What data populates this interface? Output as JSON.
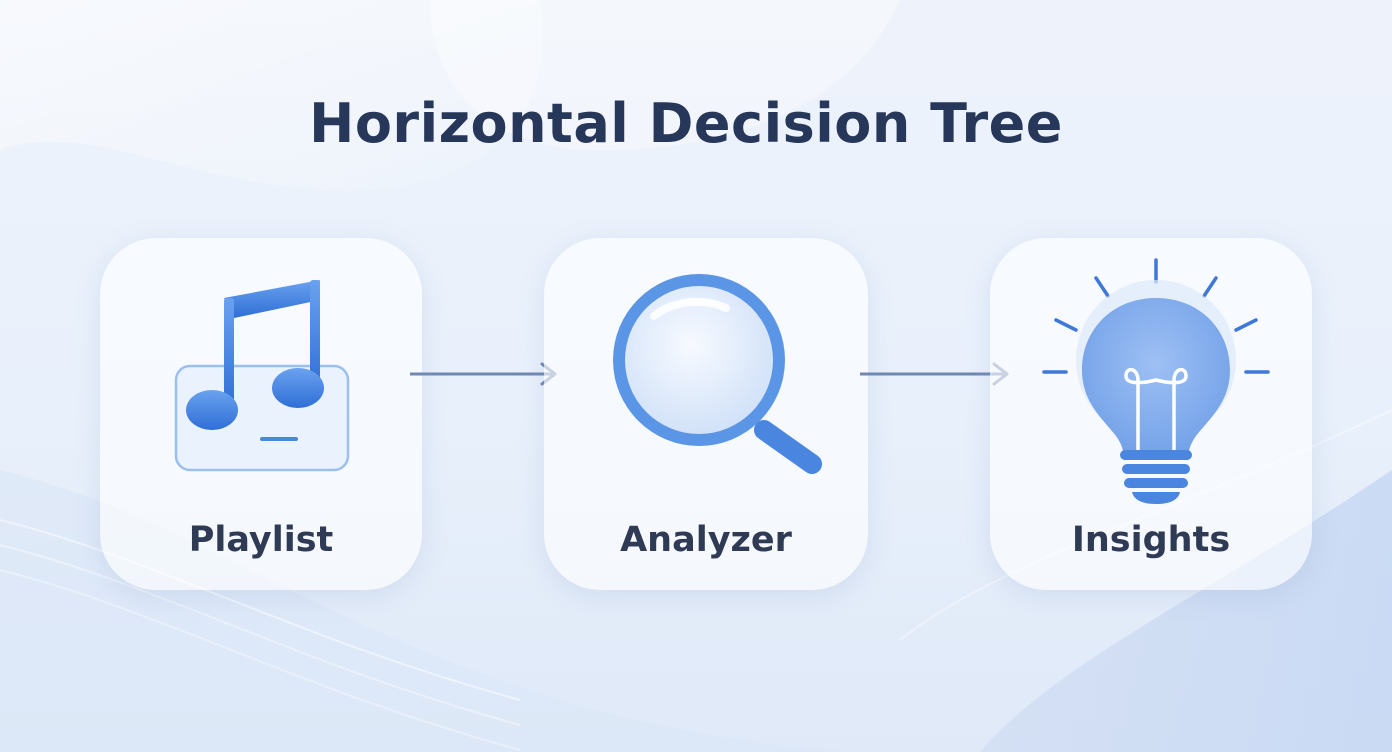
{
  "title": "Horizontal Decision Tree",
  "nodes": [
    {
      "id": "playlist",
      "label": "Playlist",
      "icon": "music-note-icon"
    },
    {
      "id": "analyzer",
      "label": "Analyzer",
      "icon": "magnifying-glass-icon"
    },
    {
      "id": "insights",
      "label": "Insights",
      "icon": "light-bulb-icon"
    }
  ],
  "edges": [
    {
      "from": "playlist",
      "to": "analyzer"
    },
    {
      "from": "analyzer",
      "to": "insights"
    }
  ],
  "colors": {
    "title": "#26375a",
    "label": "#2f3a55",
    "accent": "#4a86e0",
    "arrow": "#6f88b4"
  }
}
